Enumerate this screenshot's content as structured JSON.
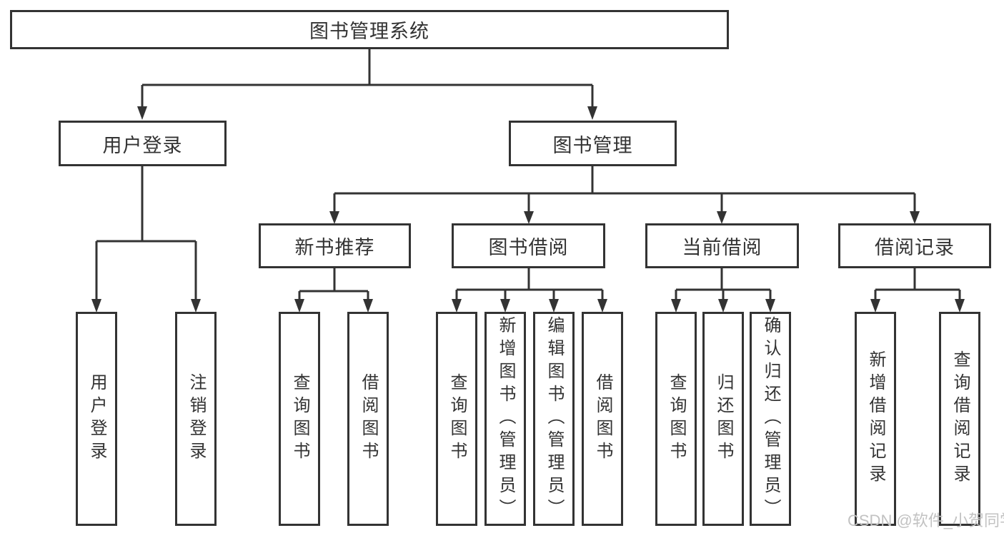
{
  "diagram": {
    "type": "hierarchy-tree",
    "title": "图书管理系统",
    "watermark": "CSDN @软件_小贺同学",
    "colors": {
      "line": "#333333",
      "box_border": "#333333",
      "box_fill": "#ffffff",
      "text": "#333333",
      "background": "#ffffff",
      "watermark": "#c2c2c2"
    },
    "tree": {
      "label": "图书管理系统",
      "children": [
        {
          "label": "用户登录",
          "children": [
            {
              "label": "用户登录"
            },
            {
              "label": "注销登录"
            }
          ]
        },
        {
          "label": "图书管理",
          "children": [
            {
              "label": "新书推荐",
              "children": [
                {
                  "label": "查询图书"
                },
                {
                  "label": "借阅图书"
                }
              ]
            },
            {
              "label": "图书借阅",
              "children": [
                {
                  "label": "查询图书"
                },
                {
                  "label": "新增图书（管理员）"
                },
                {
                  "label": "编辑图书（管理员）"
                },
                {
                  "label": "借阅图书"
                }
              ]
            },
            {
              "label": "当前借阅",
              "children": [
                {
                  "label": "查询图书"
                },
                {
                  "label": "归还图书"
                },
                {
                  "label": "确认归还（管理员）"
                }
              ]
            },
            {
              "label": "借阅记录",
              "children": [
                {
                  "label": "新增借阅记录"
                },
                {
                  "label": "查询借阅记录"
                }
              ]
            }
          ]
        }
      ]
    }
  }
}
